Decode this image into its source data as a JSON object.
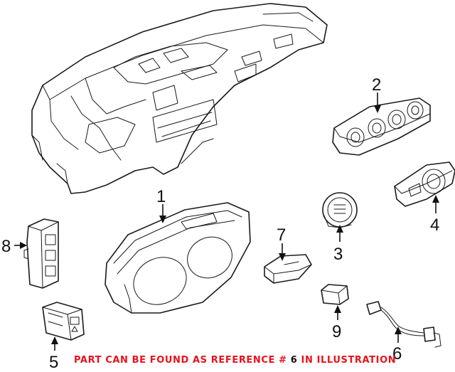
{
  "callouts": [
    {
      "id": "1",
      "label": "1"
    },
    {
      "id": "2",
      "label": "2"
    },
    {
      "id": "3",
      "label": "3"
    },
    {
      "id": "4",
      "label": "4"
    },
    {
      "id": "5",
      "label": "5"
    },
    {
      "id": "6",
      "label": "6"
    },
    {
      "id": "7",
      "label": "7"
    },
    {
      "id": "8",
      "label": "8"
    },
    {
      "id": "9",
      "label": "9"
    }
  ],
  "note": {
    "prefix": "PART CAN BE FOUND AS REFERENCE # ",
    "number": "6",
    "suffix": " IN ILLUSTRATION"
  },
  "colors": {
    "note_text": "#e8121c",
    "note_number": "#111111",
    "line": "#1a1a1a"
  }
}
